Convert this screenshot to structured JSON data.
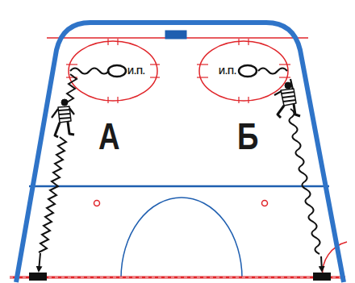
{
  "diagram": {
    "labels": [
      "И.П.",
      "И.П.",
      "А",
      "Б"
    ]
  }
}
